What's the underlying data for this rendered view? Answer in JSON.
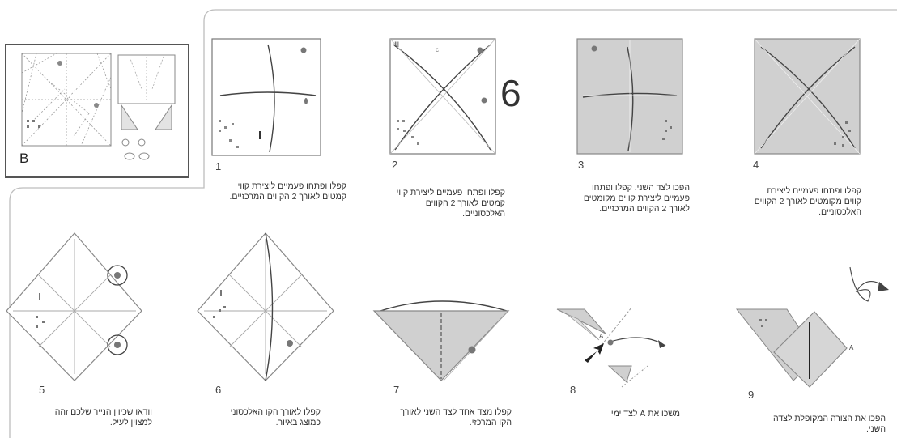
{
  "reference_label": "B",
  "big_number": "6",
  "steps": [
    {
      "number": "1",
      "caption": "קפלו ופתחו פעמיים ליצירת קווי קמטים לאורך 2 הקווים המרכזיים."
    },
    {
      "number": "2",
      "caption": "קפלו ופתחו פעמיים ליצירת קווי קמטים לאורך 2 הקווים האלכסוניים."
    },
    {
      "number": "3",
      "caption": "הפכו לצד השני. קפלו ופתחו פעמיים ליצירת קווים מקומטים לאורך 2 הקווים המרכזיים."
    },
    {
      "number": "4",
      "caption": "קפלו ופתחו פעמיים ליצירת קווים מקומטים לאורך 2 הקווים האלכסוניים."
    },
    {
      "number": "5",
      "caption": "וודאו שכיוון הנייר שלכם זהה למצוין לעיל."
    },
    {
      "number": "6",
      "caption": "קפלו לאורך הקו האלכסוני כמוצג באיור."
    },
    {
      "number": "7",
      "caption": "קפלו מצד אחד לצד השני לאורך הקו המרכזי."
    },
    {
      "number": "8",
      "caption": "משכו את A לצד ימין"
    },
    {
      "number": "9",
      "caption": "הפכו את הצורה המקופלת לצדה השני."
    }
  ],
  "point_label": "A",
  "colors": {
    "fold_gray": "#d0d0d0",
    "line_dark": "#444444",
    "mark_dot": "#777777"
  }
}
